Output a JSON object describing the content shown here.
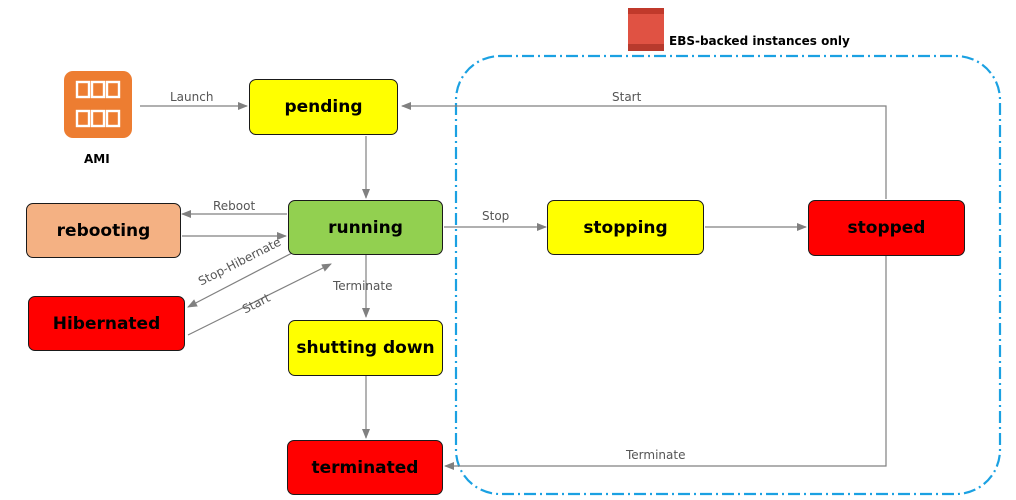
{
  "states": {
    "pending": "pending",
    "running": "running",
    "rebooting": "rebooting",
    "hibernated": "Hibernated",
    "shutting_down": "shutting down",
    "terminated": "terminated",
    "stopping": "stopping",
    "stopped": "stopped"
  },
  "labels": {
    "ami": "AMI",
    "ebs_note": "EBS-backed instances only",
    "launch": "Launch",
    "start_top": "Start",
    "reboot": "Reboot",
    "stop": "Stop",
    "stop_hibernate": "Stop-Hibernate",
    "start_hibernated": "Start",
    "terminate_running": "Terminate",
    "terminate_stopped": "Terminate"
  },
  "colors": {
    "yellow_state": "#ffff00",
    "green_state": "#92d050",
    "red_state": "#ff0000",
    "peach_state": "#f4b183",
    "ami_orange": "#ed7d31",
    "ebs_red": "#e05243",
    "ebs_dashed_border": "#1ba1e2",
    "arrow_gray": "#808080"
  },
  "icons": {
    "ami": "ami-grid-icon",
    "ebs": "ebs-volume-icon"
  }
}
